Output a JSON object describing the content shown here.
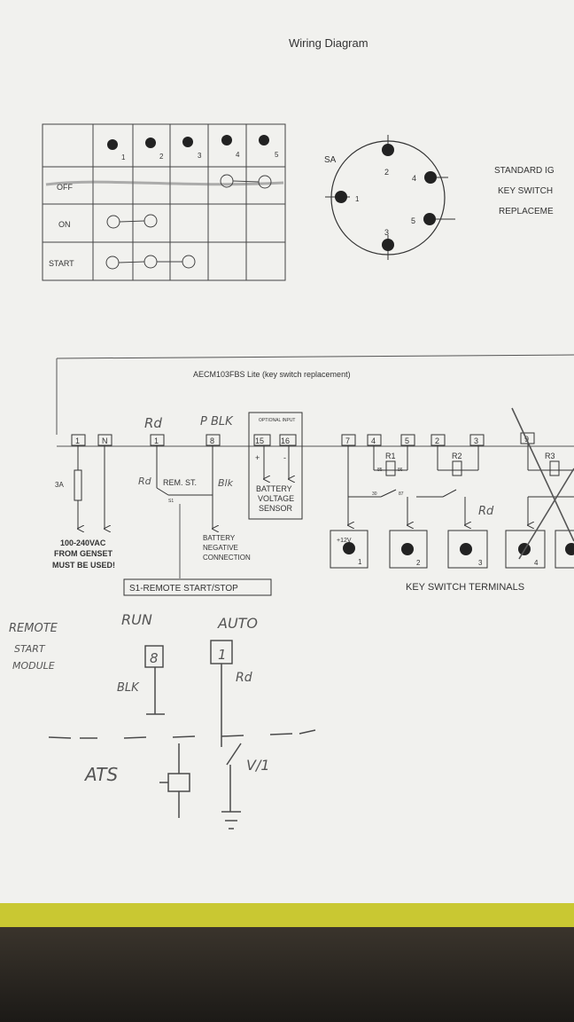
{
  "title": "Wiring Diagram",
  "switch_table": {
    "columns": [
      "1",
      "2",
      "3",
      "4",
      "5"
    ],
    "rows": [
      "OFF",
      "ON",
      "START"
    ]
  },
  "key_switch": {
    "label": "SA",
    "pins": [
      "1",
      "2",
      "3",
      "4",
      "5"
    ],
    "side_text": [
      "STANDARD IG",
      "KEY SWITCH",
      "REPLACEME"
    ]
  },
  "module": {
    "name": "AECM103FBS Lite (key switch replacement)",
    "optional_input": "OPTIONAL INPUT",
    "terminals": [
      "1",
      "N",
      "1",
      "8",
      "15",
      "16",
      "7",
      "4",
      "5",
      "2",
      "3",
      "9"
    ],
    "fuse": "3A",
    "rem_st": "REM. ST.",
    "s1_marker": "S1",
    "plus": "+",
    "minus": "-",
    "battery_sensor": [
      "BATTERY",
      "VOLTAGE",
      "SENSOR"
    ],
    "ac_input": [
      "100-240VAC",
      "FROM GENSET",
      "MUST BE USED!"
    ],
    "battery_negative": [
      "BATTERY",
      "NEGATIVE",
      "CONNECTION"
    ],
    "remote_start_label": "S1-REMOTE START/STOP",
    "relays": [
      "R1",
      "R2",
      "R3"
    ],
    "relay_pins": [
      "85",
      "86",
      "30",
      "87"
    ],
    "key_terminals_label": "KEY SWITCH TERMINALS",
    "key_terminals": [
      "1",
      "2",
      "3",
      "4"
    ],
    "plus12": "+12V"
  },
  "handwritten": {
    "rd1": "Rd",
    "pblk": "P BLK",
    "rd2": "Rd",
    "blk": "Blk",
    "rd3": "Rd",
    "remote_start_module": [
      "REMOTE",
      "START",
      "MODULE"
    ],
    "run": "RUN",
    "auto": "AUTO",
    "box8": "8",
    "box1": "1",
    "blk2": "BLK",
    "rd4": "Rd",
    "ats": "ATS",
    "v1": "V/1"
  }
}
